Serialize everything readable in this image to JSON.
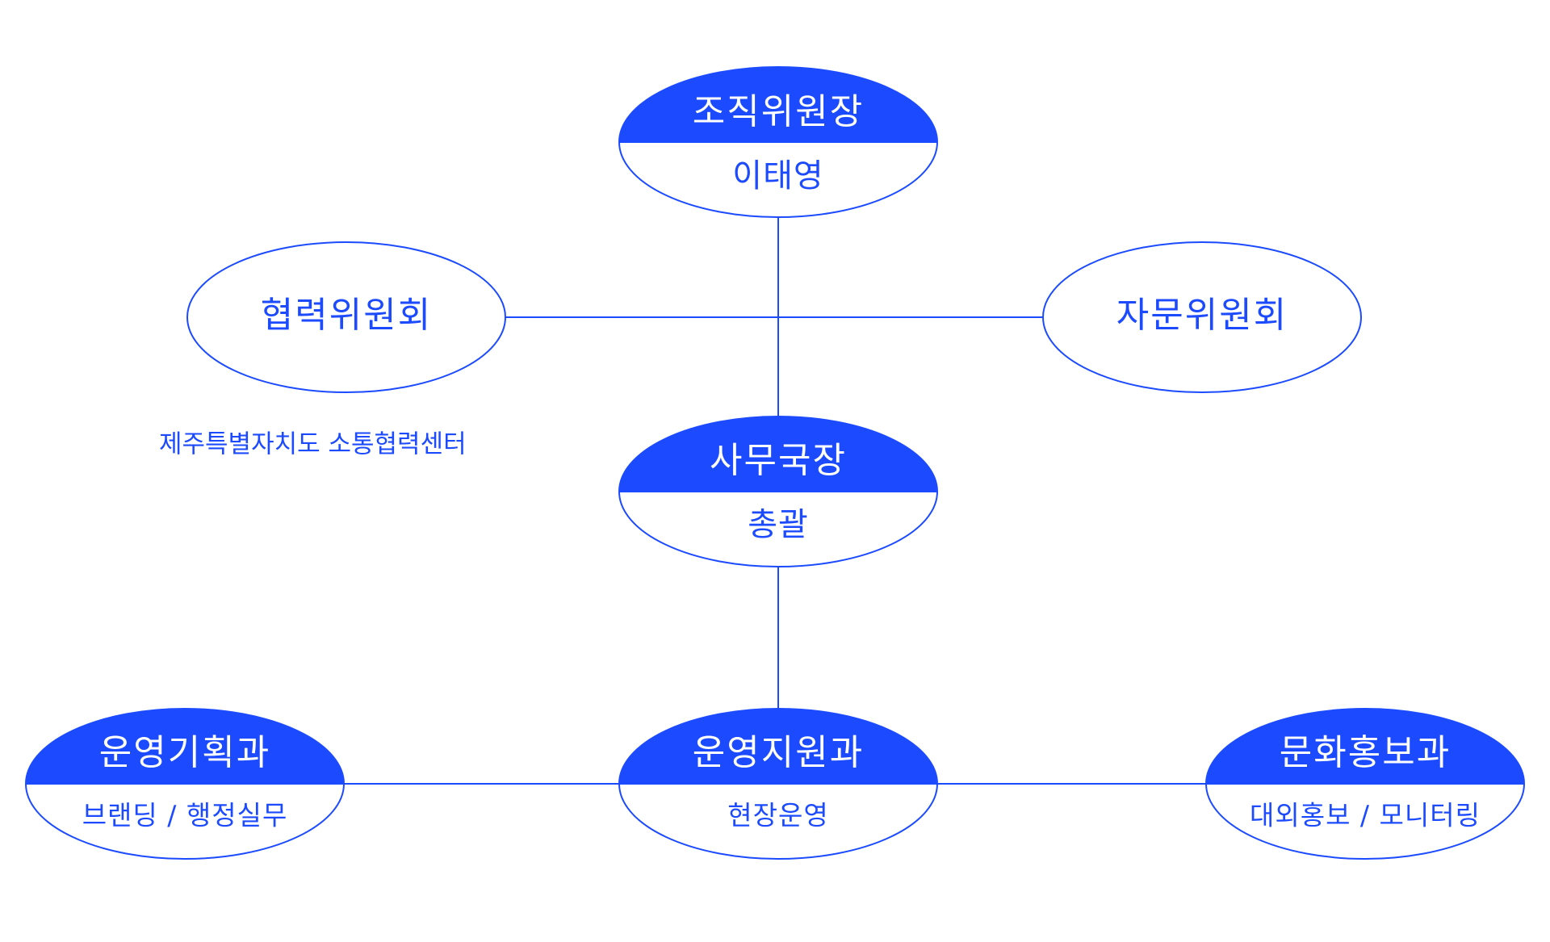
{
  "colors": {
    "accent": "#1c4bff",
    "background": "#ffffff",
    "on_accent": "#ffffff"
  },
  "caption": "제주특별자치도 소통협력센터",
  "nodes": {
    "chair": {
      "title": "조직위원장",
      "subtitle": "이태영"
    },
    "coop_committee": {
      "title": "협력위원회"
    },
    "advisory_committee": {
      "title": "자문위원회"
    },
    "secretary_general": {
      "title": "사무국장",
      "subtitle": "총괄"
    },
    "ops_planning": {
      "title": "운영기획과",
      "subtitle": "브랜딩 / 행정실무"
    },
    "ops_support": {
      "title": "운영지원과",
      "subtitle": "현장운영"
    },
    "culture_pr": {
      "title": "문화홍보과",
      "subtitle": "대외홍보 / 모니터링"
    }
  }
}
